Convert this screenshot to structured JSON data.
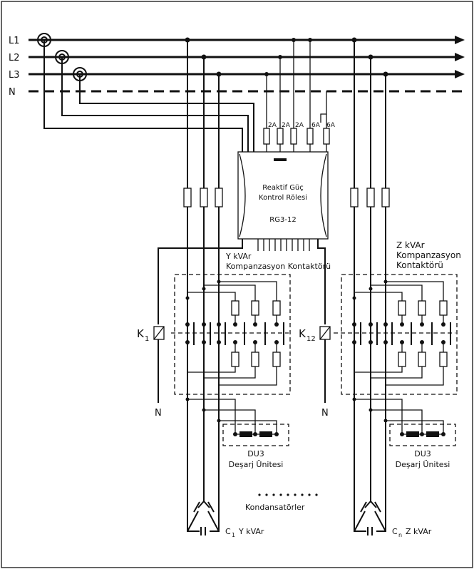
{
  "lines": {
    "l1": "L1",
    "l2": "L2",
    "l3": "L3",
    "n": "N"
  },
  "fuses": [
    "2A",
    "2A",
    "2A",
    "6A",
    "6A"
  ],
  "relay": {
    "line1": "Reaktif Güç",
    "line2": "Kontrol Rölesi",
    "model": "RG3-12"
  },
  "left_branch": {
    "contactor_title_1": "Y kVAr",
    "contactor_title_2": "Kompanzasyon Kontaktörü",
    "coil_label": "K",
    "coil_sub": "1",
    "neutral": "N",
    "du_title": "DU3",
    "du_sub": "Deşarj Ünitesi",
    "cap_label": "C",
    "cap_sub": "1",
    "cap_value": "Y kVAr"
  },
  "right_branch": {
    "contactor_title_1": "Z kVAr",
    "contactor_title_2": "Kompanzasyon",
    "contactor_title_3": "Kontaktörü",
    "coil_label": "K",
    "coil_sub": "12",
    "neutral": "N",
    "du_title": "DU3",
    "du_sub": "Deşarj Ünitesi",
    "cap_label": "C",
    "cap_sub": "n",
    "cap_value": "Z kVAr"
  },
  "capacitors_note": "Kondansatörler"
}
